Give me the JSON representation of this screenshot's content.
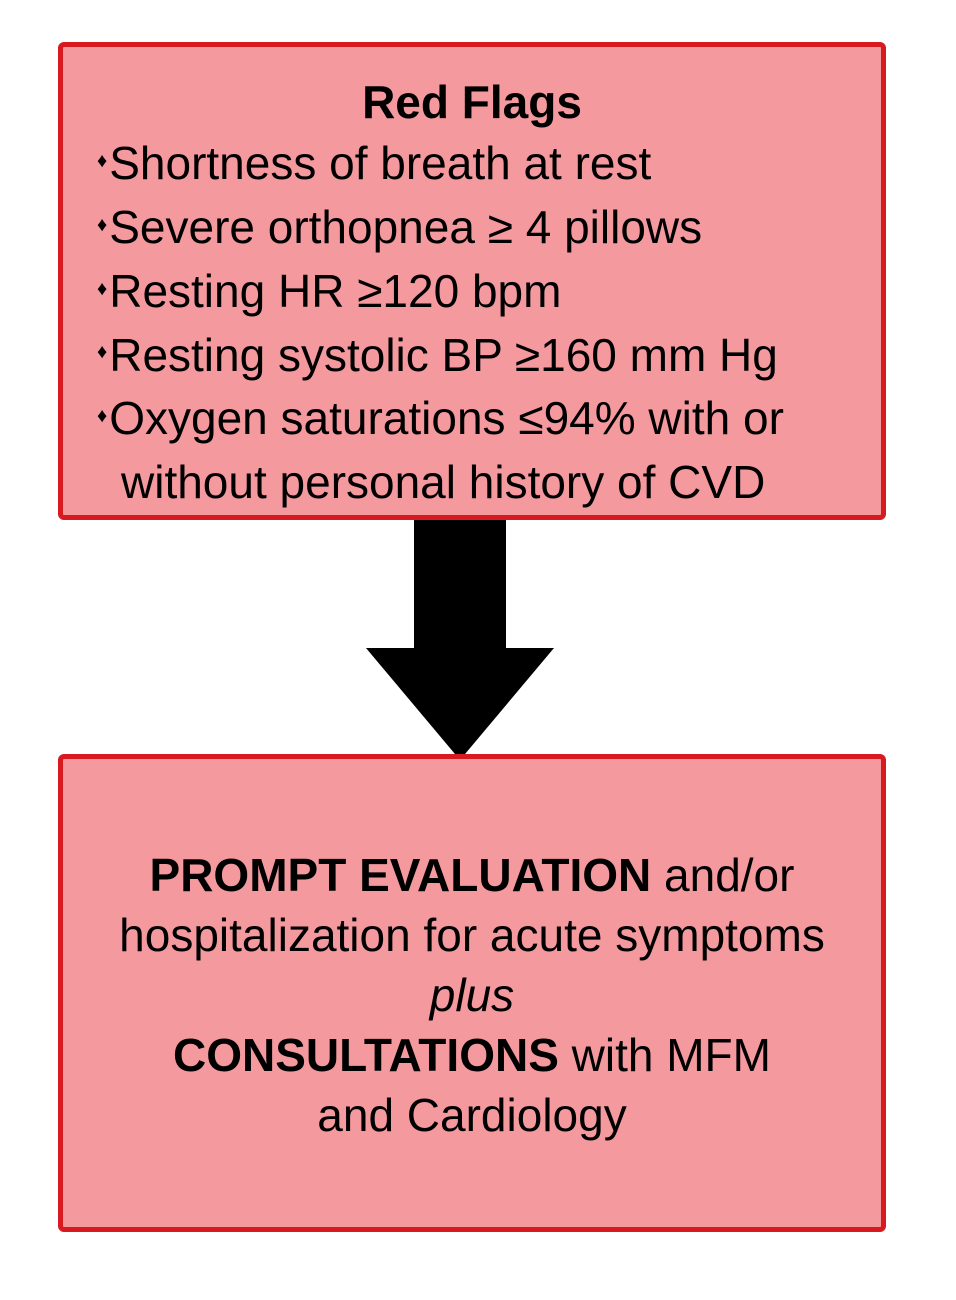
{
  "red_flags": {
    "title": "Red Flags",
    "bullet_glyph": "♦",
    "items": [
      {
        "text": "Shortness of breath at rest",
        "cont": ""
      },
      {
        "text": "Severe orthopnea ≥ 4 pillows",
        "cont": ""
      },
      {
        "text": "Resting HR ≥120 bpm",
        "cont": ""
      },
      {
        "text": "Resting systolic BP ≥160 mm Hg",
        "cont": ""
      },
      {
        "text": "Oxygen saturations ≤94% with or",
        "cont": "without personal history of CVD"
      }
    ]
  },
  "arrow": {
    "icon": "down-arrow-icon",
    "color": "#000000"
  },
  "outcome": {
    "line1_bold": "PROMPT EVALUATION",
    "line1_rest": " and/or",
    "line2": "hospitalization for acute symptoms",
    "line3_italic": "plus",
    "line4_bold": "CONSULTATIONS",
    "line4_rest": " with MFM",
    "line5": "and Cardiology"
  },
  "colors": {
    "box_fill": "#f4999e",
    "box_border": "#d71920"
  }
}
